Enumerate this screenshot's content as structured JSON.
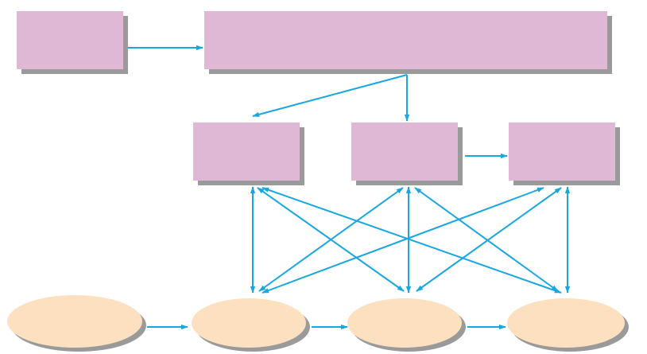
{
  "colors": {
    "box_fill": "#dfb8d6",
    "ellipse_fill": "#fde0c0",
    "shadow": "#9a9a9a",
    "arrow": "#1aa7e0",
    "background": "#ffffff"
  },
  "nodes": {
    "box_a": {
      "label": ""
    },
    "box_b": {
      "label": ""
    },
    "box_c": {
      "label": ""
    },
    "box_d": {
      "label": ""
    },
    "box_e": {
      "label": ""
    },
    "ellipse_1": {
      "label": ""
    },
    "ellipse_2": {
      "label": ""
    },
    "ellipse_3": {
      "label": ""
    },
    "ellipse_4": {
      "label": ""
    }
  },
  "edges": [
    {
      "from": "box_a",
      "to": "box_b",
      "direction": "forward"
    },
    {
      "from": "box_b",
      "to": "box_c",
      "direction": "forward"
    },
    {
      "from": "box_b",
      "to": "box_d",
      "direction": "forward"
    },
    {
      "from": "box_d",
      "to": "box_e",
      "direction": "forward"
    },
    {
      "from": "box_c",
      "to": "ellipse_2",
      "direction": "both"
    },
    {
      "from": "box_c",
      "to": "ellipse_3",
      "direction": "both"
    },
    {
      "from": "box_c",
      "to": "ellipse_4",
      "direction": "both"
    },
    {
      "from": "box_d",
      "to": "ellipse_2",
      "direction": "both"
    },
    {
      "from": "box_d",
      "to": "ellipse_3",
      "direction": "both"
    },
    {
      "from": "box_d",
      "to": "ellipse_4",
      "direction": "both"
    },
    {
      "from": "box_e",
      "to": "ellipse_2",
      "direction": "both"
    },
    {
      "from": "box_e",
      "to": "ellipse_3",
      "direction": "both"
    },
    {
      "from": "box_e",
      "to": "ellipse_4",
      "direction": "both"
    },
    {
      "from": "ellipse_1",
      "to": "ellipse_2",
      "direction": "forward"
    },
    {
      "from": "ellipse_2",
      "to": "ellipse_3",
      "direction": "forward"
    },
    {
      "from": "ellipse_3",
      "to": "ellipse_4",
      "direction": "forward"
    }
  ]
}
